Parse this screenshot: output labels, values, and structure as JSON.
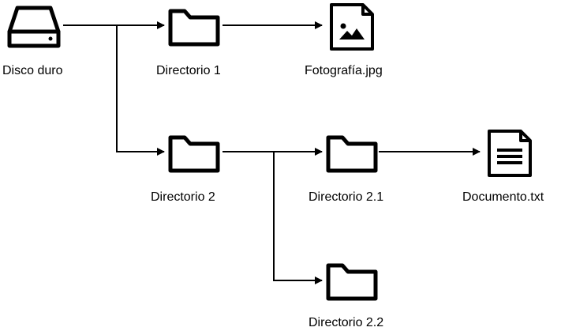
{
  "nodes": {
    "disk": {
      "label": "Disco duro",
      "icon": "hard-drive-icon"
    },
    "dir1": {
      "label": "Directorio 1",
      "icon": "folder-icon"
    },
    "photo": {
      "label": "Fotografía.jpg",
      "icon": "image-file-icon"
    },
    "dir2": {
      "label": "Directorio 2",
      "icon": "folder-icon"
    },
    "dir21": {
      "label": "Directorio 2.1",
      "icon": "folder-icon"
    },
    "doc": {
      "label": "Documento.txt",
      "icon": "text-file-icon"
    },
    "dir22": {
      "label": "Directorio 2.2",
      "icon": "folder-icon"
    }
  },
  "edges": [
    [
      "disk",
      "dir1"
    ],
    [
      "disk",
      "dir2"
    ],
    [
      "dir1",
      "photo"
    ],
    [
      "dir2",
      "dir21"
    ],
    [
      "dir2",
      "dir22"
    ],
    [
      "dir21",
      "doc"
    ]
  ],
  "colors": {
    "stroke": "#000000",
    "background": "#ffffff"
  }
}
